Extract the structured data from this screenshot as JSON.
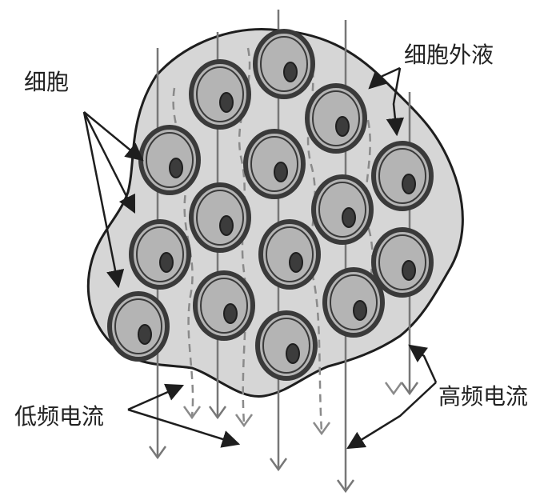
{
  "labels": {
    "cell": "细胞",
    "extracellular_fluid": "细胞外液",
    "low_frequency_current": "低频电流",
    "high_frequency_current": "高频电流"
  },
  "colors": {
    "tissue_fill": "#d6d6d6",
    "tissue_outline": "#1e1e1e",
    "cell_fill": "#b4b4b4",
    "cell_membrane": "#3a3a3a",
    "nucleus": "#3c3c3c",
    "current_line": "#777777",
    "dashed_path": "#8a8a8a",
    "arrow": "#1e1e1e",
    "text": "#222222"
  }
}
